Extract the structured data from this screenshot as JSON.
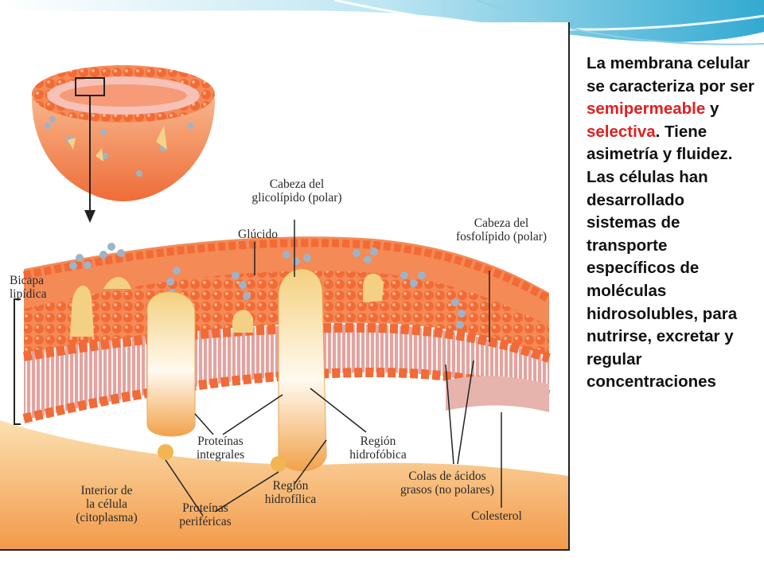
{
  "colors": {
    "membrane_head": "#f2703c",
    "membrane_tail": "#d98a86",
    "protein": "#f5d48a",
    "cytoplasm": "#f6c27a",
    "emphasis_text": "#e02020"
  },
  "labels": {
    "cabeza_glicolipido": "Cabeza del\nglicolípido (polar)",
    "glucido": "Glúcido",
    "cabeza_fosfolipido": "Cabeza del\nfosfolípido (polar)",
    "bicapa": "Bicapa\nlipídica",
    "proteinas_integrales": "Proteínas\nintegrales",
    "region_hidrofobica": "Región\nhidrofóbica",
    "interior_celula": "Interior de\nla célula\n(citoplasma)",
    "proteinas_perifericas": "Proteínas\nperiféricas",
    "region_hidrofilica": "Región\nhidrofílica",
    "colas_acidos": "Colas de ácidos\ngrasos (no polares)",
    "colesterol": "Colesterol"
  },
  "side_text": {
    "p1_a": "La membrana celular se caracteriza por ser ",
    "p1_red1": "semipermeable",
    "p1_b": " y ",
    "p1_red2": "selectiva",
    "p1_c": ". Tiene asimetría y fluidez.",
    "p2": "Las células han desarrollado sistemas de transporte específicos de moléculas hidrosolubles, para nutrirse, excretar y regular concentraciones"
  }
}
